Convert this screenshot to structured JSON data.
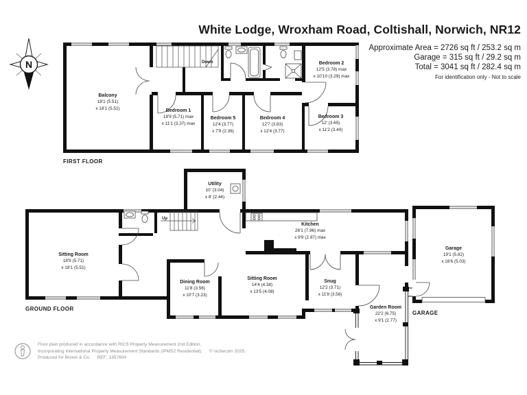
{
  "header": {
    "title": "White Lodge, Wroxham Road, Coltishall, Norwich, NR12",
    "area_line": "Approximate Area = 2726 sq ft / 253.2 sq m",
    "garage_line": "Garage = 315 sq ft / 29.2 sq m",
    "total_line": "Total = 3041 sq ft / 282.4 sq m",
    "disclaimer": "For identification only - Not to scale"
  },
  "compass": {
    "label": "N"
  },
  "first_floor": {
    "label": "FIRST FLOOR",
    "stairs_label": "Down",
    "rooms": {
      "balcony": {
        "name": "Balcony",
        "dim1": "18'1 (5.51)",
        "dim2": "x 18'1 (5.51)"
      },
      "bedroom1": {
        "name": "Bedroom 1",
        "dim1": "18'9 (5.71) max",
        "dim2": "x 11'1 (3.37) max"
      },
      "bedroom5": {
        "name": "Bedroom 5",
        "dim1": "12'4 (3.77)",
        "dim2": "x 7'9 (2.36)"
      },
      "bedroom4": {
        "name": "Bedroom 4",
        "dim1": "12'7 (3.83)",
        "dim2": "x 12'4 (3.77)"
      },
      "bedroom3": {
        "name": "Bedroom 3",
        "dim1": "12' (3.65)",
        "dim2": "x 11'2 (3.40)"
      },
      "bedroom2": {
        "name": "Bedroom 2",
        "dim1": "12'5 (3.78) max",
        "dim2": "x 10'10 (3.29) max"
      }
    }
  },
  "ground_floor": {
    "label": "GROUND FLOOR",
    "stairs_label": "Up",
    "rooms": {
      "utility": {
        "name": "Utility",
        "dim1": "10' (3.04)",
        "dim2": "x 8' (2.44)"
      },
      "sitting_room_main": {
        "name": "Sitting Room",
        "dim1": "18'9 (5.71)",
        "dim2": "x 18'1 (5.51)"
      },
      "kitchen": {
        "name": "Kitchen",
        "dim1": "26'1 (7.96) max",
        "dim2": "x 9'9 (2.97) max"
      },
      "dining_room": {
        "name": "Dining Room",
        "dim1": "11'8 (3.56)",
        "dim2": "x 10'7 (3.23)"
      },
      "sitting_room": {
        "name": "Sitting Room",
        "dim1": "14'4 (4.38)",
        "dim2": "x 13'5 (4.08)"
      },
      "snug": {
        "name": "Snug",
        "dim1": "12'2 (3.71)",
        "dim2": "x 11'8 (3.56)"
      },
      "garden_room": {
        "name": "Garden Room",
        "dim1": "22'2 (6.75)",
        "dim2": "x 9'1 (2.77)"
      }
    }
  },
  "garage": {
    "label": "GARAGE",
    "room": {
      "name": "Garage",
      "dim1": "19'1 (5.82)",
      "dim2": "x 16'6 (5.03)"
    }
  },
  "footer": {
    "line1": "Floor plan produced in accordance with RICS Property Measurement 2nd Edition,",
    "line2": "Incorporating International Property Measurement Standards (IPMS2 Residential).",
    "copyright": "© nichecom 2025.",
    "line3": "Produced for Brown & Co.",
    "ref": "REF: 1357604"
  },
  "colors": {
    "wall": "#111111",
    "footer_text": "#8e8e8e"
  }
}
